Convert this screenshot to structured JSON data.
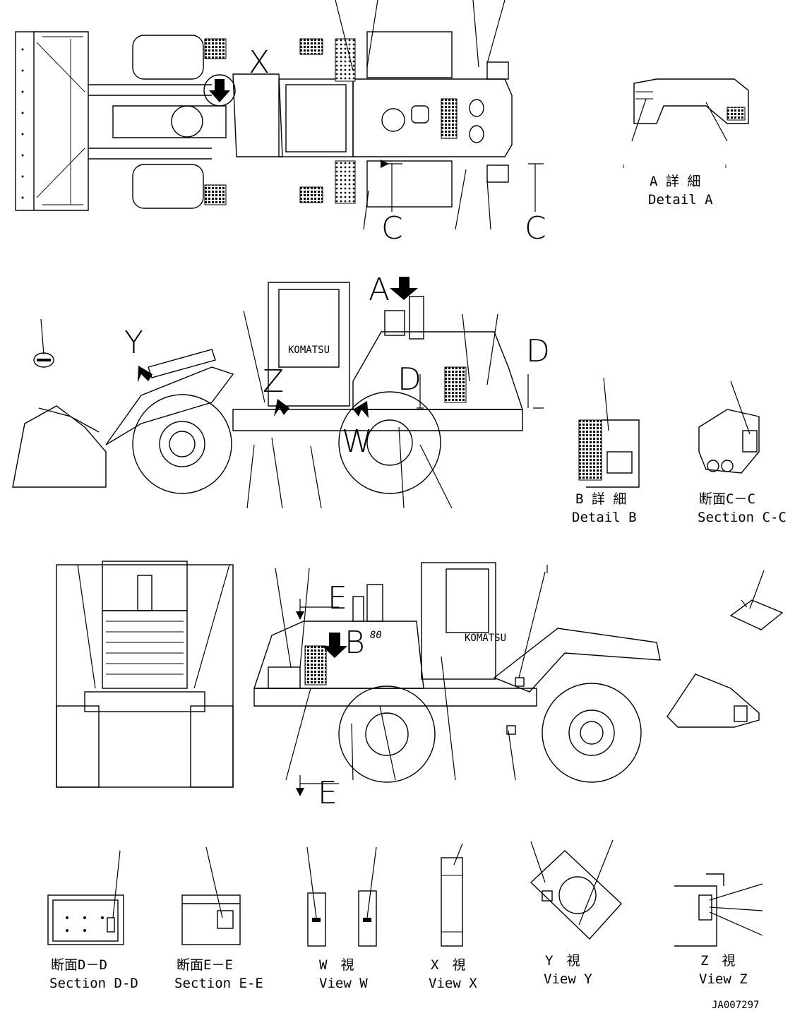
{
  "view_letters": {
    "x": "X",
    "y": "Y",
    "z": "Z",
    "w": "W",
    "a": "A",
    "b": "B",
    "c1": "C",
    "c2": "C",
    "d1": "D",
    "d2": "D",
    "e1": "E",
    "e2": "E"
  },
  "captions": {
    "detail_a": {
      "jp": "A 詳 細",
      "en": "Detail A"
    },
    "detail_b": {
      "jp": "B 詳 細",
      "en": "Detail B"
    },
    "section_cc": {
      "jp": "断面C－C",
      "en": "Section C-C"
    },
    "section_dd": {
      "jp": "断面D－D",
      "en": "Section D-D"
    },
    "section_ee": {
      "jp": "断面E－E",
      "en": "Section E-E"
    },
    "view_w": {
      "jp": "W　視",
      "en": "View W"
    },
    "view_x": {
      "jp": "X　視",
      "en": "View X"
    },
    "view_y": {
      "jp": "Y　視",
      "en": "View Y"
    },
    "view_z": {
      "jp": "Z　視",
      "en": "View Z"
    }
  },
  "machine_labels": {
    "brand_side1": "KOMATSU",
    "brand_side2": "KOMATSU",
    "model_badge": "80"
  },
  "drawing_code": "JA007297"
}
